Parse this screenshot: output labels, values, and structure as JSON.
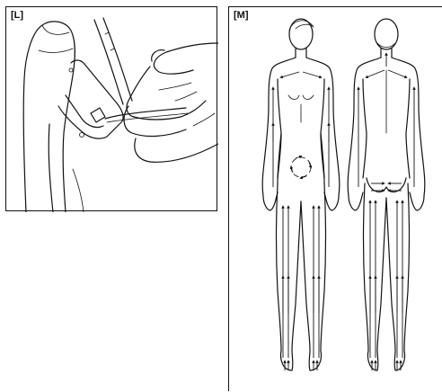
{
  "figures": [
    {
      "id": "L",
      "label": "[L]",
      "depicts": "hand-holding-device-icon"
    },
    {
      "id": "M",
      "label": "[M]",
      "depicts": "body-massage-direction-icon"
    }
  ]
}
